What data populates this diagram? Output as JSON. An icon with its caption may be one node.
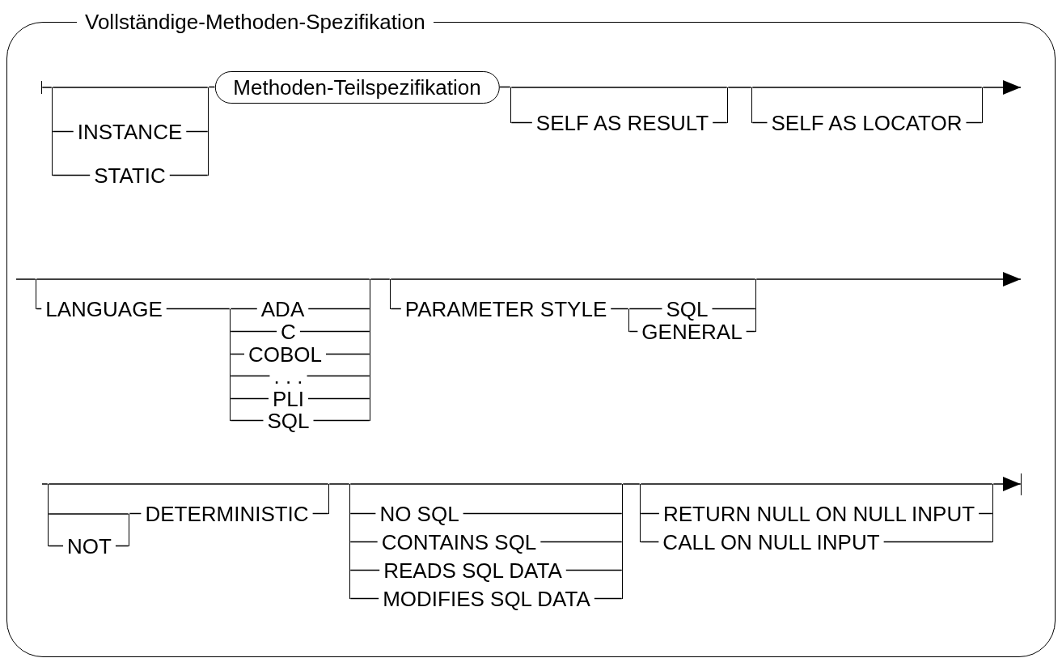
{
  "diagram": {
    "nodes": [
      {
        "text": [
          "Vollständige-Methoden-Spezifikation"
        ]
      },
      {
        "text": [
          "INSTANCE"
        ],
        "in": 0
      },
      {
        "text": [
          "STATIC"
        ],
        "in": 0
      },
      {
        "text": [
          "Methoden-Teilspezifikation"
        ],
        "in": 0
      },
      {
        "text": [
          "SELF AS RESULT"
        ],
        "in": 0
      },
      {
        "text": [
          "SELF AS LOCATOR"
        ],
        "in": 0
      },
      {
        "text": [
          "LANGUAGE"
        ],
        "in": 0
      },
      {
        "text": [
          "ADA"
        ],
        "in": 0
      },
      {
        "text": [
          "C"
        ],
        "in": 0
      },
      {
        "text": [
          "COBOL"
        ],
        "in": 0
      },
      {
        "text": [
          ". . ."
        ],
        "in": 0
      },
      {
        "text": [
          "PLI"
        ],
        "in": 0
      },
      {
        "text": [
          "SQL"
        ],
        "in": 0
      },
      {
        "text": [
          "PARAMETER STYLE"
        ],
        "in": 0
      },
      {
        "text": [
          "SQL"
        ],
        "in": 0
      },
      {
        "text": [
          "GENERAL"
        ],
        "in": 0
      },
      {
        "text": [
          "NOT"
        ],
        "in": 0
      },
      {
        "text": [
          "DETERMINISTIC"
        ],
        "in": 0
      },
      {
        "text": [
          "NO SQL"
        ],
        "in": 0
      },
      {
        "text": [
          "CONTAINS SQL"
        ],
        "in": 0
      },
      {
        "text": [
          "READS SQL DATA"
        ],
        "in": 0
      },
      {
        "text": [
          "MODIFIES SQL DATA"
        ],
        "in": 0
      },
      {
        "text": [
          "RETURN NULL ON NULL INPUT"
        ],
        "in": 0
      },
      {
        "text": [
          "CALL ON NULL INPUT"
        ],
        "in": 0
      },
      {
        "text": [],
        "shape": "bar",
        "in": 0
      },
      {
        "text": [],
        "shape": "bar",
        "in": 0
      },
      {
        "text": [],
        "shape": "bar",
        "in": 0
      },
      {
        "text": [],
        "shape": "bar",
        "in": 0
      },
      {
        "text": [],
        "shape": "bar",
        "in": 0
      },
      {
        "text": [],
        "shape": "bar",
        "in": 0
      },
      {
        "text": [],
        "shape": "bar",
        "in": 0
      },
      {
        "text": [],
        "shape": "bar",
        "in": 0
      },
      {
        "text": [],
        "shape": "bar",
        "in": 0
      },
      {
        "text": [],
        "shape": "bar",
        "in": 0
      },
      {
        "text": [],
        "shape": "bar",
        "in": 0
      },
      {
        "text": [],
        "shape": "bar",
        "in": 0
      },
      {
        "text": [],
        "shape": "bar",
        "in": 0
      },
      {
        "text": [],
        "shape": "bar",
        "in": 0
      },
      {
        "text": [],
        "shape": "bar",
        "in": 0
      },
      {
        "text": [],
        "shape": "bar",
        "in": 0
      },
      {
        "text": [],
        "shape": "bar",
        "in": 0
      },
      {
        "text": [],
        "shape": "bar",
        "in": 0
      },
      {
        "text": [],
        "shape": "bar",
        "in": 0
      },
      {
        "text": [],
        "shape": "bar",
        "in": 0
      },
      {
        "text": [],
        "shape": "bar",
        "in": 0
      }
    ],
    "edges": [
      {
        "from": 24,
        "to": 25,
        "arrow": "none"
      },
      {
        "from": 25,
        "to": 26,
        "arrow": "none"
      },
      {
        "from": 26,
        "to": 3,
        "arrow": "none"
      },
      {
        "from": 25,
        "to": 1,
        "arrow": "none"
      },
      {
        "from": 1,
        "to": 26,
        "arrow": "none"
      },
      {
        "from": 25,
        "to": 2,
        "arrow": "none"
      },
      {
        "from": 2,
        "to": 26,
        "arrow": "none"
      },
      {
        "from": 3,
        "to": 27,
        "arrow": "none"
      },
      {
        "from": 27,
        "to": 28,
        "arrow": "none"
      },
      {
        "from": 28,
        "to": 29,
        "arrow": "none"
      },
      {
        "from": 29,
        "to": 30,
        "arrow": "none"
      },
      {
        "from": 30,
        "to": null,
        "arrow": "to"
      },
      {
        "from": 27,
        "to": 4,
        "arrow": "none"
      },
      {
        "from": 4,
        "to": 28,
        "arrow": "none"
      },
      {
        "from": 29,
        "to": 5,
        "arrow": "none"
      },
      {
        "from": 5,
        "to": 30,
        "arrow": "none"
      },
      {
        "from": null,
        "to": 31,
        "arrow": "none"
      },
      {
        "from": 31,
        "to": 33,
        "arrow": "none"
      },
      {
        "from": 33,
        "to": 34,
        "arrow": "none"
      },
      {
        "from": 34,
        "to": 36,
        "arrow": "none"
      },
      {
        "from": 36,
        "to": null,
        "arrow": "to"
      },
      {
        "from": 31,
        "to": 6,
        "arrow": "none"
      },
      {
        "from": 6,
        "to": 32,
        "arrow": "none"
      },
      {
        "from": 32,
        "to": 7,
        "arrow": "none"
      },
      {
        "from": 32,
        "to": 8,
        "arrow": "none"
      },
      {
        "from": 32,
        "to": 9,
        "arrow": "none"
      },
      {
        "from": 32,
        "to": 10,
        "arrow": "none"
      },
      {
        "from": 32,
        "to": 11,
        "arrow": "none"
      },
      {
        "from": 32,
        "to": 12,
        "arrow": "none"
      },
      {
        "from": 7,
        "to": 33,
        "arrow": "none"
      },
      {
        "from": 8,
        "to": 33,
        "arrow": "none"
      },
      {
        "from": 9,
        "to": 33,
        "arrow": "none"
      },
      {
        "from": 10,
        "to": 33,
        "arrow": "none"
      },
      {
        "from": 11,
        "to": 33,
        "arrow": "none"
      },
      {
        "from": 12,
        "to": 33,
        "arrow": "none"
      },
      {
        "from": 34,
        "to": 13,
        "arrow": "none"
      },
      {
        "from": 13,
        "to": 35,
        "arrow": "none"
      },
      {
        "from": 35,
        "to": 14,
        "arrow": "none"
      },
      {
        "from": 35,
        "to": 15,
        "arrow": "none"
      },
      {
        "from": 14,
        "to": 36,
        "arrow": "none"
      },
      {
        "from": 15,
        "to": 36,
        "arrow": "none"
      },
      {
        "from": null,
        "to": 37,
        "arrow": "none"
      },
      {
        "from": 37,
        "to": 39,
        "arrow": "none"
      },
      {
        "from": 39,
        "to": 40,
        "arrow": "none"
      },
      {
        "from": 40,
        "to": 41,
        "arrow": "none"
      },
      {
        "from": 41,
        "to": 42,
        "arrow": "none"
      },
      {
        "from": 42,
        "to": 43,
        "arrow": "none"
      },
      {
        "from": 43,
        "to": 44,
        "arrow": "to"
      },
      {
        "from": 37,
        "to": 38,
        "arrow": "none"
      },
      {
        "from": 37,
        "to": 16,
        "arrow": "none"
      },
      {
        "from": 16,
        "to": 38,
        "arrow": "none"
      },
      {
        "from": 38,
        "to": 17,
        "arrow": "none"
      },
      {
        "from": 17,
        "to": 39,
        "arrow": "none"
      },
      {
        "from": 40,
        "to": 18,
        "arrow": "none"
      },
      {
        "from": 40,
        "to": 19,
        "arrow": "none"
      },
      {
        "from": 40,
        "to": 20,
        "arrow": "none"
      },
      {
        "from": 40,
        "to": 21,
        "arrow": "none"
      },
      {
        "from": 18,
        "to": 41,
        "arrow": "none"
      },
      {
        "from": 19,
        "to": 41,
        "arrow": "none"
      },
      {
        "from": 20,
        "to": 41,
        "arrow": "none"
      },
      {
        "from": 21,
        "to": 41,
        "arrow": "none"
      },
      {
        "from": 42,
        "to": 22,
        "arrow": "none"
      },
      {
        "from": 42,
        "to": 23,
        "arrow": "none"
      },
      {
        "from": 22,
        "to": 43,
        "arrow": "none"
      },
      {
        "from": 23,
        "to": 43,
        "arrow": "none"
      }
    ]
  }
}
